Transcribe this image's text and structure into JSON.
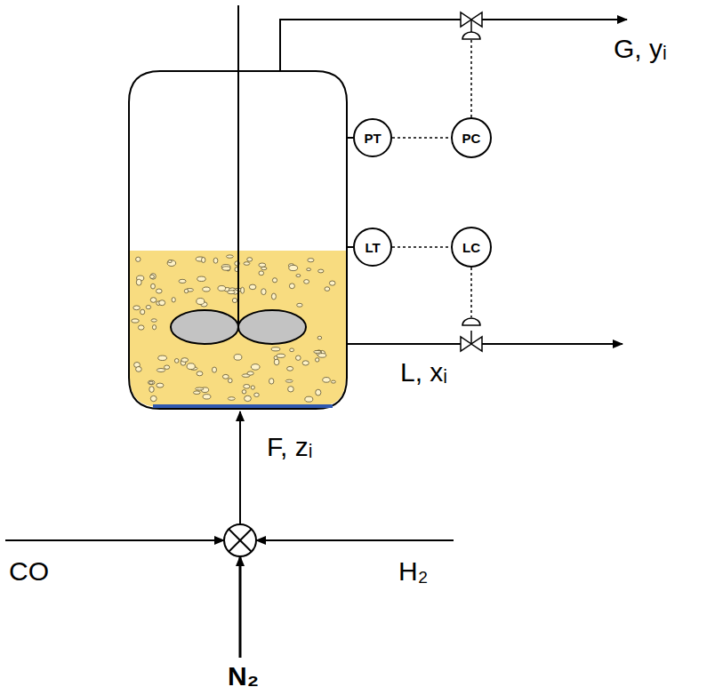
{
  "diagram": {
    "nodes": [
      {
        "text": [
          "PT"
        ]
      },
      {
        "text": [
          "PC"
        ]
      },
      {
        "text": [
          "LT"
        ]
      },
      {
        "text": [
          "LC"
        ]
      }
    ],
    "edges": [
      {
        "from": 0,
        "to": 1,
        "arrow": "none"
      },
      {
        "from": 2,
        "to": 3,
        "arrow": "none"
      }
    ],
    "labels": [
      "G, yᵢ",
      "L, xᵢ",
      "F, zᵢ",
      "CO",
      "H₂",
      "N₂"
    ]
  }
}
